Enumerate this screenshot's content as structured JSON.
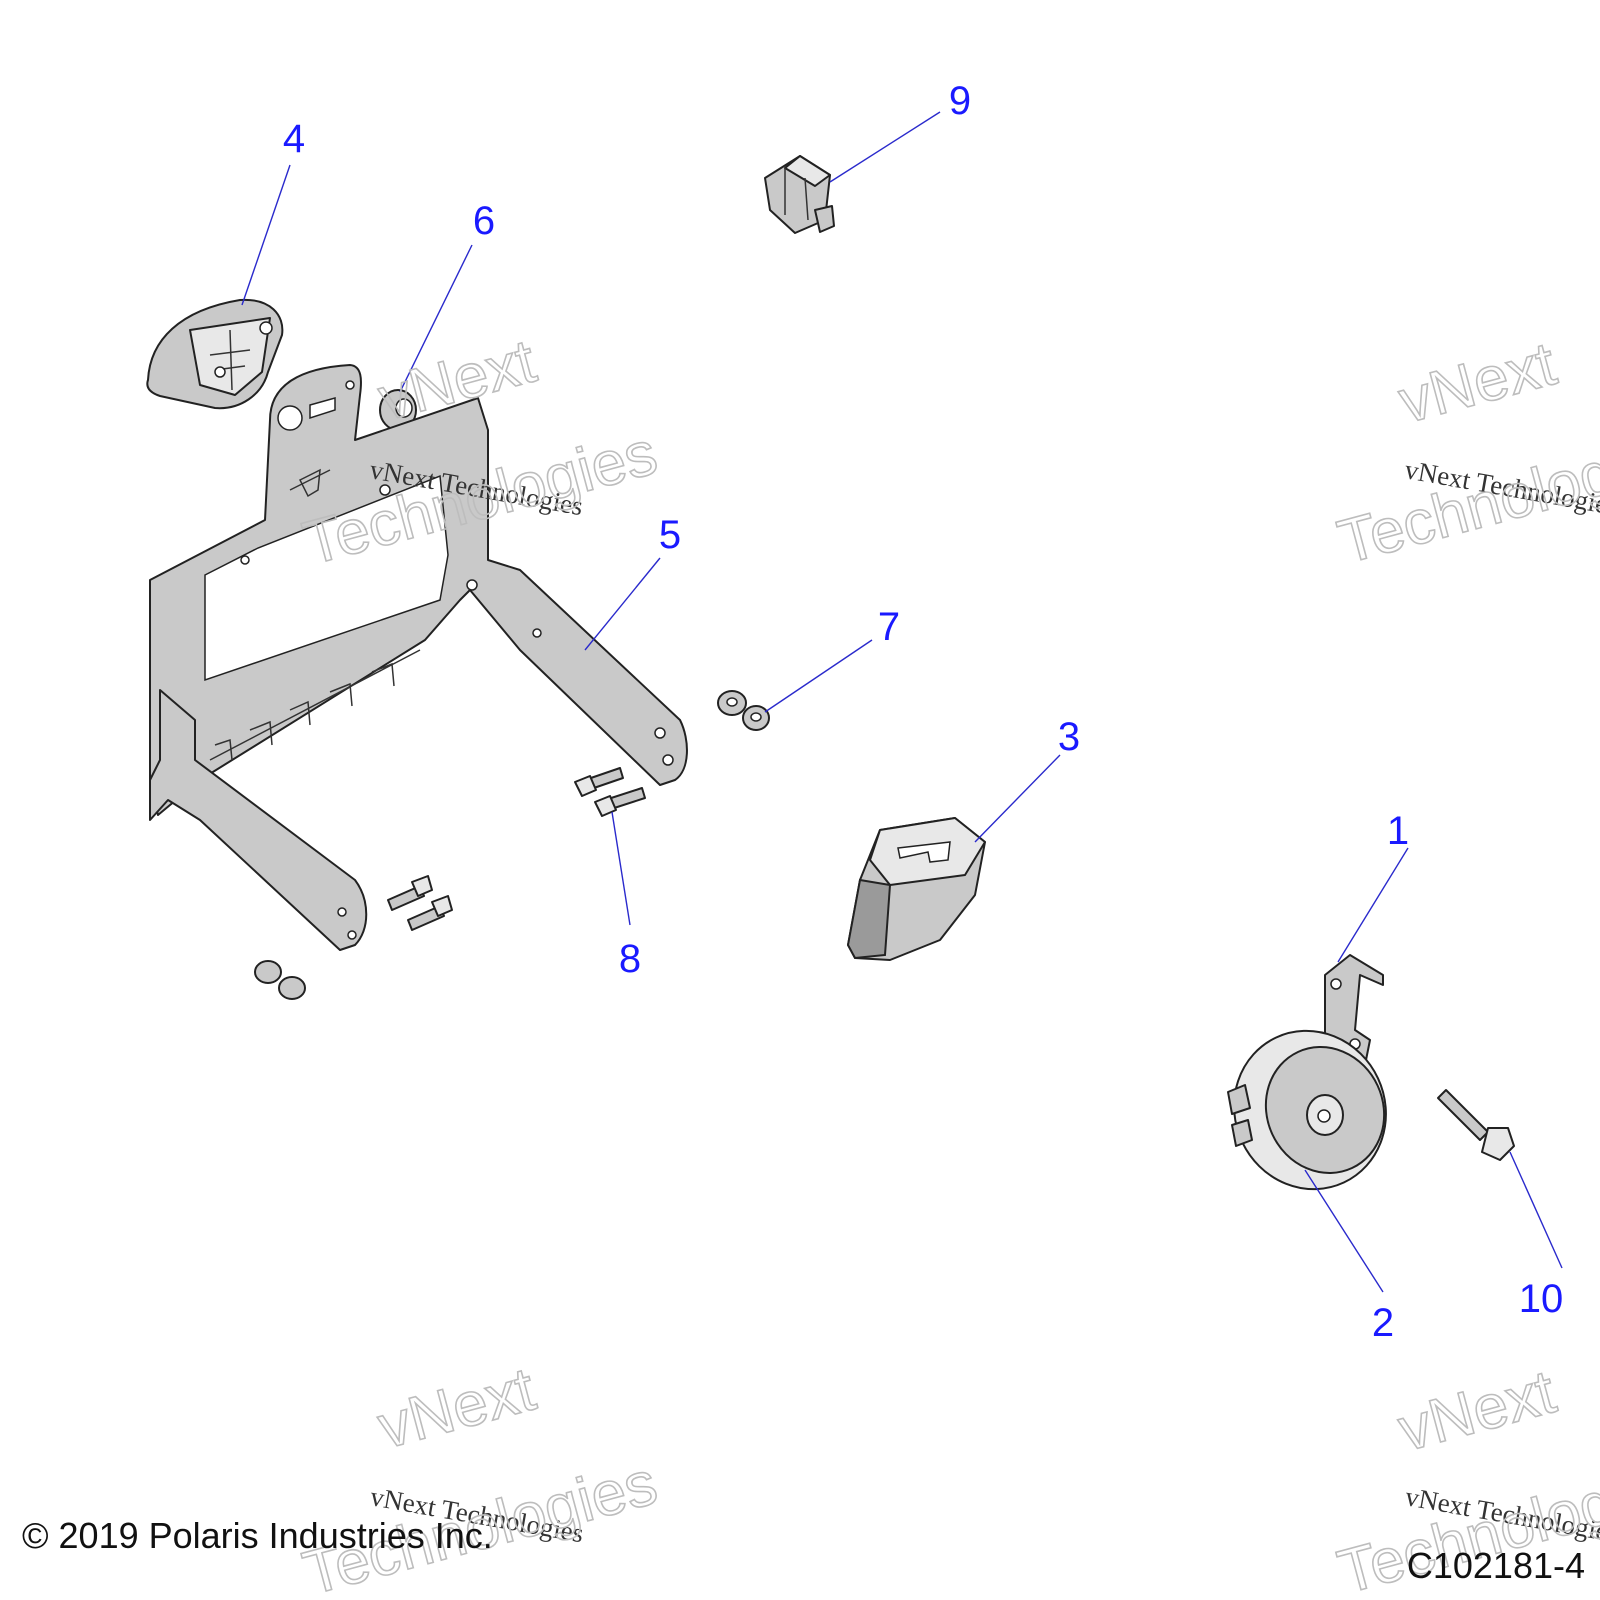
{
  "callouts": {
    "c1": "1",
    "c2": "2",
    "c3": "3",
    "c4": "4",
    "c5": "5",
    "c6": "6",
    "c7": "7",
    "c8": "8",
    "c9": "9",
    "c10": "10"
  },
  "watermark": {
    "line1": "vNext Technologies",
    "outline_line1": "vNext",
    "outline_line2": "Technologies"
  },
  "footer": {
    "copyright": "© 2019 Polaris Industries Inc.",
    "figure_id": "C102181-4"
  },
  "colors": {
    "callout": "#1a1aff",
    "part_fill": "#c9c9c9"
  }
}
